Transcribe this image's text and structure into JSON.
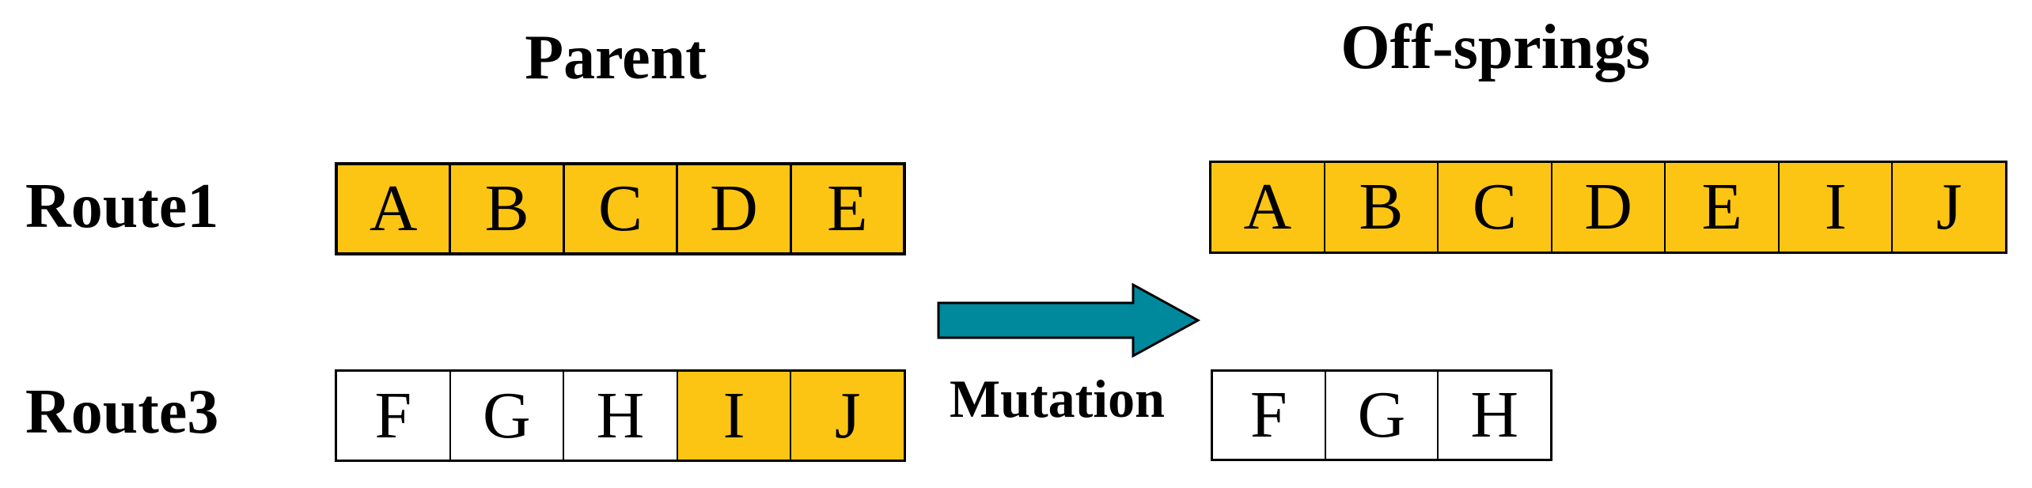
{
  "diagram": {
    "parent_title": "Parent",
    "offsprings_title": "Off-springs",
    "mutation_label": "Mutation"
  },
  "colors": {
    "highlight": "#FDC513",
    "plain": "#FFFFFF",
    "arrow_fill": "#00889D",
    "arrow_stroke": "#000000"
  },
  "parent": {
    "route1": {
      "label": "Route1",
      "cells": [
        {
          "letter": "A",
          "color": "#FDC513"
        },
        {
          "letter": "B",
          "color": "#FDC513"
        },
        {
          "letter": "C",
          "color": "#FDC513"
        },
        {
          "letter": "D",
          "color": "#FDC513"
        },
        {
          "letter": "E",
          "color": "#FDC513"
        }
      ]
    },
    "route3": {
      "label": "Route3",
      "cells": [
        {
          "letter": "F",
          "color": "#FFFFFF"
        },
        {
          "letter": "G",
          "color": "#FFFFFF"
        },
        {
          "letter": "H",
          "color": "#FFFFFF"
        },
        {
          "letter": "I",
          "color": "#FDC513"
        },
        {
          "letter": "J",
          "color": "#FDC513"
        }
      ]
    }
  },
  "offsprings": {
    "route1": {
      "cells": [
        {
          "letter": "A",
          "color": "#FDC513"
        },
        {
          "letter": "B",
          "color": "#FDC513"
        },
        {
          "letter": "C",
          "color": "#FDC513"
        },
        {
          "letter": "D",
          "color": "#FDC513"
        },
        {
          "letter": "E",
          "color": "#FDC513"
        },
        {
          "letter": "I",
          "color": "#FDC513"
        },
        {
          "letter": "J",
          "color": "#FDC513"
        }
      ]
    },
    "route3": {
      "cells": [
        {
          "letter": "F",
          "color": "#FFFFFF"
        },
        {
          "letter": "G",
          "color": "#FFFFFF"
        },
        {
          "letter": "H",
          "color": "#FFFFFF"
        }
      ]
    }
  }
}
